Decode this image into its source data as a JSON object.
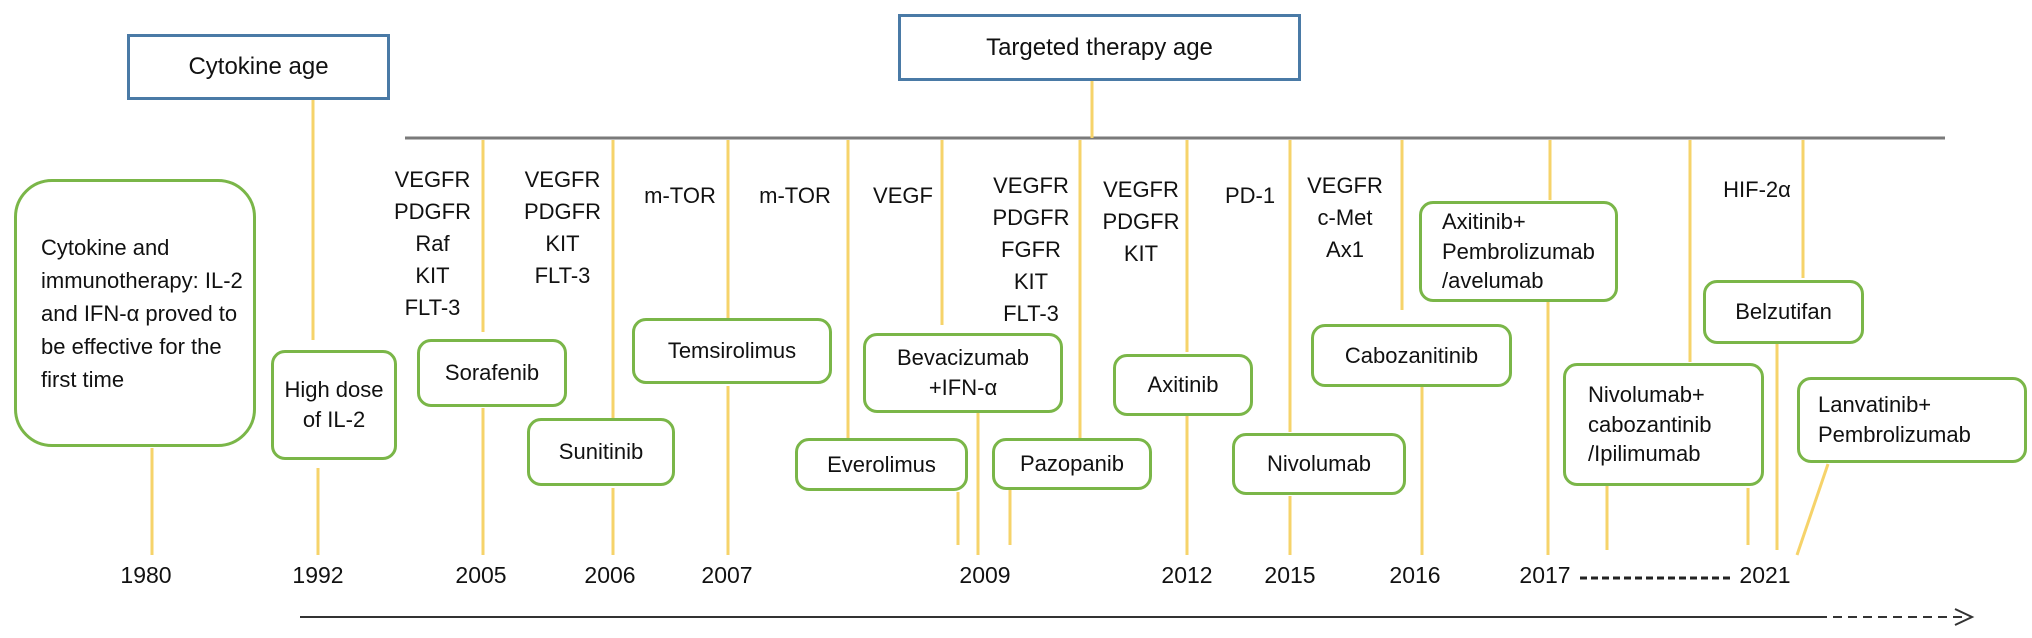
{
  "eras": [
    {
      "label": "Cytokine age"
    },
    {
      "label": "Targeted therapy age"
    }
  ],
  "years": [
    "1980",
    "1992",
    "2005",
    "2006",
    "2007",
    "2009",
    "2012",
    "2015",
    "2016",
    "2017",
    "2021"
  ],
  "drugs": [
    {
      "label": "Cytokine and immunotherapy: IL-2 and IFN-α proved to be effective for the first time"
    },
    {
      "label": "High dose of IL-2"
    },
    {
      "label": "Sorafenib"
    },
    {
      "label": "Sunitinib"
    },
    {
      "label": "Temsirolimus"
    },
    {
      "label": "Everolimus"
    },
    {
      "label": "Bevacizumab +IFN-α"
    },
    {
      "label": "Pazopanib"
    },
    {
      "label": "Axitinib"
    },
    {
      "label": "Nivolumab"
    },
    {
      "label": "Cabozanitinib"
    },
    {
      "label": "Axitinib+ Pembrolizumab /avelumab"
    },
    {
      "label": "Nivolumab+ cabozantinib /Ipilimumab"
    },
    {
      "label": "Belzutifan"
    },
    {
      "label": "Lanvatinib+ Pembrolizumab"
    }
  ],
  "targets": [
    {
      "lines": [
        "VEGFR",
        "PDGFR",
        "Raf",
        "KIT",
        "FLT-3"
      ]
    },
    {
      "lines": [
        "VEGFR",
        "PDGFR",
        "KIT",
        "FLT-3"
      ]
    },
    {
      "lines": [
        "m-TOR"
      ]
    },
    {
      "lines": [
        "m-TOR"
      ]
    },
    {
      "lines": [
        "VEGF"
      ]
    },
    {
      "lines": [
        "VEGFR",
        "PDGFR",
        "FGFR",
        "KIT",
        "FLT-3"
      ]
    },
    {
      "lines": [
        "VEGFR",
        "PDGFR",
        "KIT"
      ]
    },
    {
      "lines": [
        "PD-1"
      ]
    },
    {
      "lines": [
        "VEGFR",
        "c-Met",
        "Ax1"
      ]
    },
    {
      "lines": [
        "HIF-2α"
      ]
    }
  ]
}
